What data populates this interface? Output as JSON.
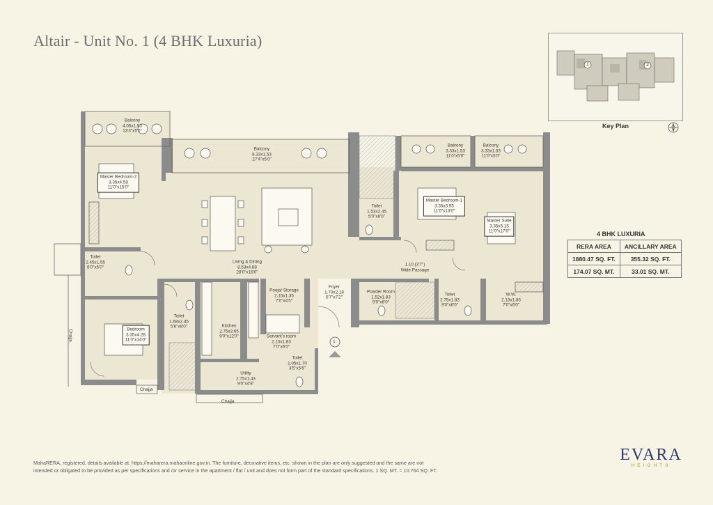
{
  "title": "Altair - Unit No. 1 (4 BHK Luxuria)",
  "key_plan": {
    "label": "Key Plan",
    "markers": [
      "1",
      "2"
    ]
  },
  "rooms": [
    {
      "id": "balcony-1",
      "name": "Balcony",
      "metric": "4.05x1.53",
      "imperial": "13'3\"x5'0\""
    },
    {
      "id": "balcony-2",
      "name": "Balcony",
      "metric": "8.33x1.53",
      "imperial": "27'4\"x5'0\""
    },
    {
      "id": "balcony-3",
      "name": "Balcony",
      "metric": "3.33x1.53",
      "imperial": "11'0\"x5'0\""
    },
    {
      "id": "balcony-4",
      "name": "Balcony",
      "metric": "3.33x1.53",
      "imperial": "11'0\"x5'0\""
    },
    {
      "id": "master-bedroom-2",
      "name": "Master Bedroom-2",
      "metric": "3.35x4.58",
      "imperial": "11'0\"x15'0\""
    },
    {
      "id": "toilet-1",
      "name": "Toilet",
      "metric": "2.45x1.55",
      "imperial": "8'0\"x5'0\""
    },
    {
      "id": "living-dining",
      "name": "Living & Dining",
      "metric": "8.53x4.88",
      "imperial": "28'0\"x16'0\""
    },
    {
      "id": "toilet-2",
      "name": "Toilet",
      "metric": "1.53x2.45",
      "imperial": "5'0\"x8'0\""
    },
    {
      "id": "master-bedroom-1",
      "name": "Master Bedroom-1",
      "metric": "3.35x3.95",
      "imperial": "11'0\"x13'0\""
    },
    {
      "id": "master-suite",
      "name": "Master Suite",
      "metric": "3.35x5.15",
      "imperial": "11'0\"x17'0\""
    },
    {
      "id": "wide-passage",
      "name": "Wide Passage",
      "metric": "1.10 (3'7\")",
      "imperial": ""
    },
    {
      "id": "pooja-storage",
      "name": "Pooja/ Storage",
      "metric": "2.15x1.35",
      "imperial": "7'0\"x4'5\""
    },
    {
      "id": "foyer",
      "name": "Foyer",
      "metric": "1.70x2.18",
      "imperial": "5'7\"x7'2\""
    },
    {
      "id": "powder-room",
      "name": "Powder Room",
      "metric": "1.52x1.83",
      "imperial": "5'0\"x6'0\""
    },
    {
      "id": "toilet-3",
      "name": "Toilet",
      "metric": "2.75x1.83",
      "imperial": "9'0\"x6'0\""
    },
    {
      "id": "ww",
      "name": "W.W.",
      "metric": "2.13x1.83",
      "imperial": "7'0\"x6'0\""
    },
    {
      "id": "bedroom",
      "name": "Bedroom",
      "metric": "3.35x4.28",
      "imperial": "11'0\"x14'0\""
    },
    {
      "id": "toilet-4",
      "name": "Toilet",
      "metric": "1.68x2.45",
      "imperial": "5'6\"x8'0\""
    },
    {
      "id": "kitchen",
      "name": "Kitchen",
      "metric": "2.75x3.65",
      "imperial": "9'0\"x12'0\""
    },
    {
      "id": "servants-room",
      "name": "Servant's room",
      "metric": "2.10x1.83",
      "imperial": "7'0\"x6'0\""
    },
    {
      "id": "utility",
      "name": "Utility",
      "metric": "2.75x1.43",
      "imperial": "9'0\"x4'8\""
    },
    {
      "id": "toilet-5",
      "name": "Toilet",
      "metric": "1.05x1.70",
      "imperial": "3'5\"x5'6\""
    }
  ],
  "labels": {
    "chajja": "Chajja",
    "entry_marker": "1"
  },
  "area_table": {
    "title": "4 BHK LUXURIA",
    "headers": [
      "RERA AREA",
      "ANCILLARY AREA"
    ],
    "rows": [
      [
        "1880.47 SQ. FT.",
        "355.32 SQ. FT."
      ],
      [
        "174.07 SQ. MT.",
        "33.01 SQ. MT."
      ]
    ]
  },
  "footer": {
    "line1": "MahaRERA, registered, details available at: https://maharera.mahaonline.gov.in. The furniture, decorative items, etc. shown in the plan are only suggested and the same are not",
    "line2": "intended or obligated to be provided as per specifications and /or service in the apartment / flat / unit and does not form part of the standard specifications. 1 SQ. MT. = 10.764 SQ. FT."
  },
  "logo": {
    "main": "EVARA",
    "sub": "HEIGHTS"
  },
  "colors": {
    "background": "#f7f4e6",
    "floor": "#ece7d2",
    "wall": "#8c8c8c",
    "logo": "#2e3a6b",
    "logo_accent": "#b18a3a"
  }
}
